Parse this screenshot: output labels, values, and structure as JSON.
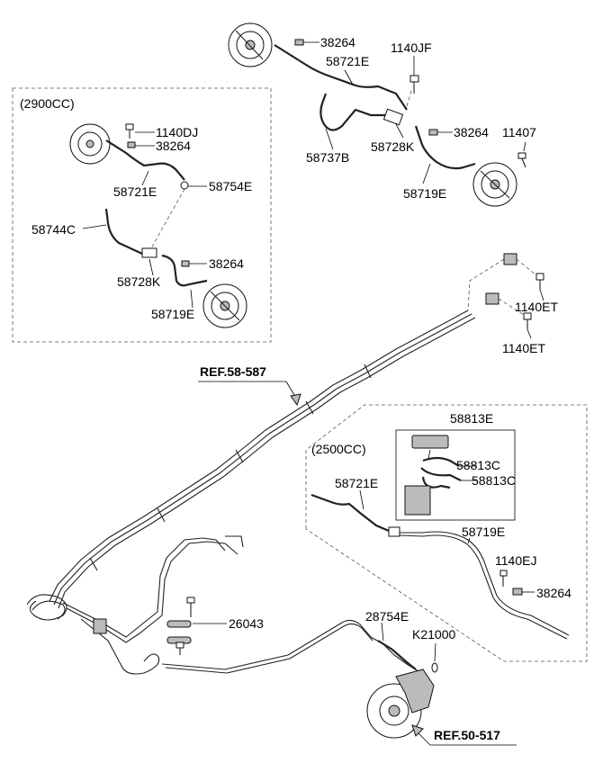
{
  "variants": {
    "v2900": "(2900CC)",
    "v2500": "(2500CC)"
  },
  "refs": {
    "ref1": "REF.58-587",
    "ref2": "REF.50-517"
  },
  "labels": {
    "t_38264_a": "38264",
    "t_58721E_a": "58721E",
    "t_1140JF": "1140JF",
    "t_38264_b": "38264",
    "t_11407": "11407",
    "t_58737B": "58737B",
    "t_58728K_a": "58728K",
    "t_58719E_a": "58719E",
    "t_1140DJ": "1140DJ",
    "t_38264_c": "38264",
    "t_58721E_b": "58721E",
    "t_58754E": "58754E",
    "t_58744C": "58744C",
    "t_38264_d": "38264",
    "t_58728K_b": "58728K",
    "t_58719E_b": "58719E",
    "t_1140ET_a": "1140ET",
    "t_1140ET_b": "1140ET",
    "t_58813E": "58813E",
    "t_58813C_a": "58813C",
    "t_58813C_b": "58813C",
    "t_58721E_c": "58721E",
    "t_58719E_c": "58719E",
    "t_1140EJ": "1140EJ",
    "t_38264_e": "38264",
    "t_26043": "26043",
    "t_28754E": "28754E",
    "t_K21000": "K21000"
  }
}
